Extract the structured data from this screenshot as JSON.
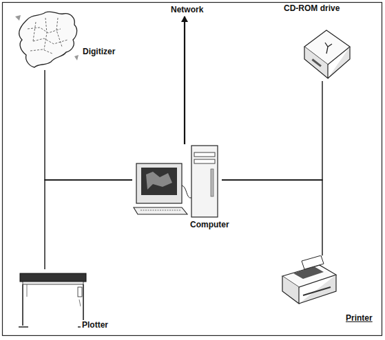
{
  "diagram": {
    "nodes": [
      {
        "text": [
          "Digitizer"
        ]
      },
      {
        "text": [
          "Network"
        ]
      },
      {
        "text": [
          "CD-ROM drive"
        ]
      },
      {
        "text": [
          "Computer"
        ]
      },
      {
        "text": [
          "Plotter"
        ]
      },
      {
        "text": [
          "Printer"
        ]
      }
    ],
    "edges": [
      {
        "from": 0,
        "to": 3,
        "arrow": "none"
      },
      {
        "from": 4,
        "to": 3,
        "arrow": "none"
      },
      {
        "from": 3,
        "to": 1,
        "arrow": "to"
      },
      {
        "from": 3,
        "to": 2,
        "arrow": "none"
      },
      {
        "from": 3,
        "to": 5,
        "arrow": "none"
      }
    ]
  }
}
